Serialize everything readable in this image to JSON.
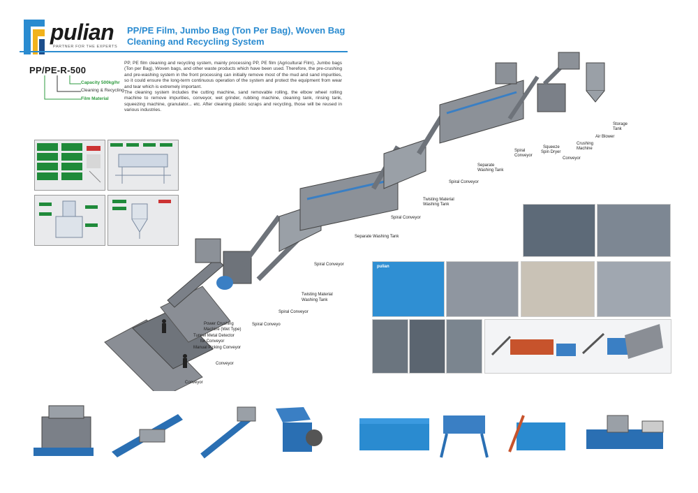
{
  "brand": {
    "name": "pulian",
    "tagline": "PARTNER FOR THE EXPERTS",
    "colors": {
      "blue": "#2a8bd0",
      "yellow": "#f2b21b",
      "dark_blue": "#1c4e8c"
    }
  },
  "title": "PP/PE Film, Jumbo Bag (Ton Per Bag), Woven Bag Cleaning and Recycling System",
  "model": {
    "code": "PP/PE-R-500",
    "capacity_label": "Capacity 500kg/hr",
    "process_label": "Cleaning & Recycling",
    "material_label": "Film Material"
  },
  "description": [
    "PP, PE film cleaning and recycling system, mainly processing PP, PE film (Agricultural Film), Jumbo bags (Ton per Bag), Woven bags, and other waste products which have been used. Therefore, the pre-crushing and pre-washing system in the front processing can initially remove most of the mud and sand impurities, so it could ensure the long-term continuous operation of the system and protect the equipment from wear and tear which is extremely important.",
    "The cleaning system includes the cutting machine, sand removable rolling, the elbow wheel rolling machine to remove impurities, conveyor, wet grinder, rubbing machine, cleaning tank, rinsing tank, squeezing machine, granulator... etc.  After cleaning plastic scraps and recycling, those will be reused in various industries."
  ],
  "callouts": {
    "conveyor_1": "Conveyor",
    "conveyor_2": "Conveyor",
    "manual_picking": "Manual Picking Conveyor",
    "metal_detector_1": "Tunnel Metal Detector",
    "metal_detector_2": "for Conveyor",
    "power_crushing_1": "Power Crushing",
    "power_crushing_2": "Machine (Wet Type)",
    "spiral_conveyo": "Spiral Conveyo",
    "spiral_conveyor_1": "Spiral Conveyor",
    "twisting_1a": "Twisting Material",
    "twisting_1b": "Washing Tank",
    "spiral_conveyor_2": "Spiral Conveyor",
    "separate_1": "Separate Washing Tank",
    "spiral_conveyor_3": "Spiral Conveyor",
    "twisting_2a": "Twisting Material",
    "twisting_2b": "Washing Tank",
    "spiral_conveyor_4": "Spiral Conveyor",
    "separate_2a": "Separate",
    "separate_2b": "Washing Tank",
    "spiral_conveyor_5a": "Spiral",
    "spiral_conveyor_5b": "Conveyor",
    "squeeze_a": "Squeeze",
    "squeeze_b": "Spin Dryer",
    "conveyor_3": "Conveyor",
    "crushing_a": "Crushing",
    "crushing_b": "Machine",
    "air_blower": "Air Blower",
    "storage_a": "Storage",
    "storage_b": "Tank"
  },
  "photo_label": "pulian"
}
